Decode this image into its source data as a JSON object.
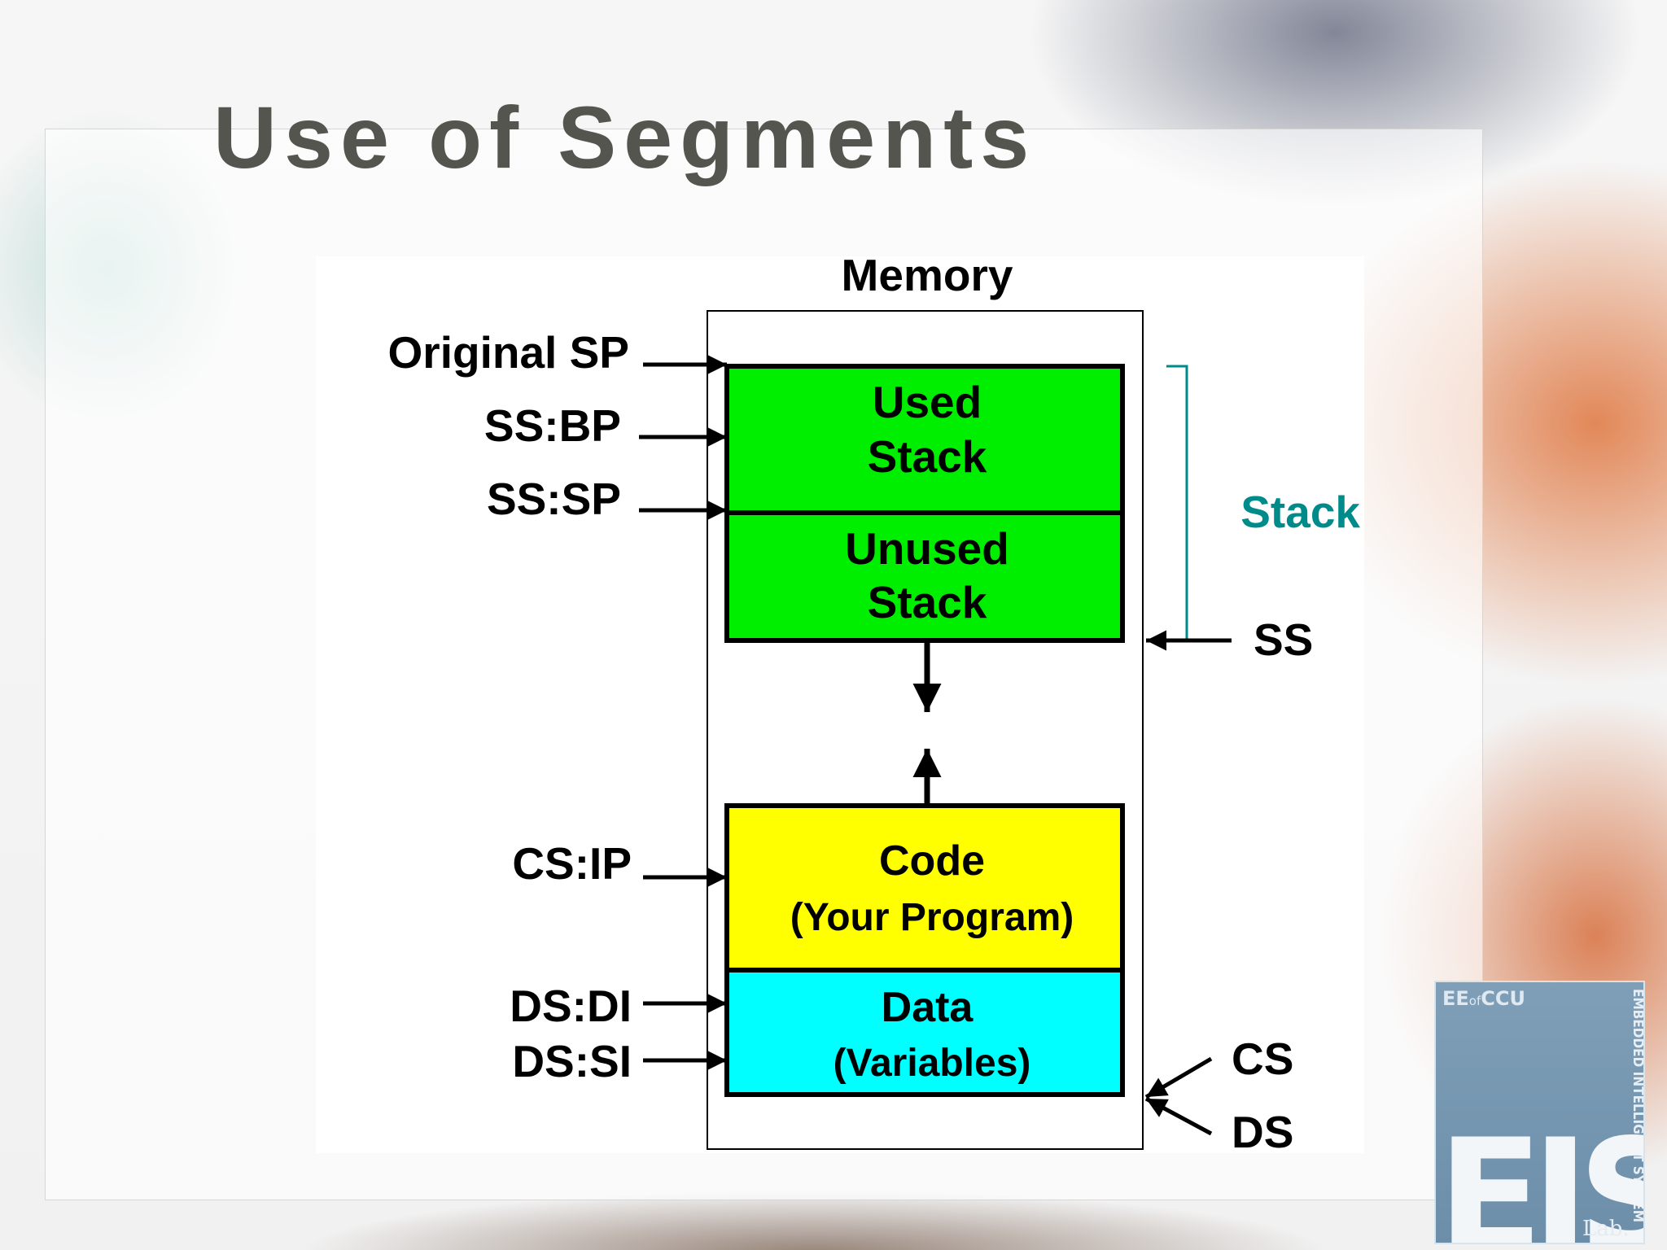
{
  "slide": {
    "title": "Use of Segments"
  },
  "diagram": {
    "memory_label": "Memory",
    "blocks": {
      "used_stack": [
        "Used",
        "Stack"
      ],
      "unused_stack": [
        "Unused",
        "Stack"
      ],
      "code": [
        "Code",
        "(Your Program)"
      ],
      "data": [
        "Data",
        "(Variables)"
      ]
    },
    "pointer_labels": {
      "original_sp": "Original SP",
      "ss_bp": "SS:BP",
      "ss_sp": "SS:SP",
      "cs_ip": "CS:IP",
      "ds_di": "DS:DI",
      "ds_si": "DS:SI"
    },
    "segment_labels": {
      "stack": "Stack",
      "ss": "SS",
      "cs": "CS",
      "ds": "DS"
    },
    "colors": {
      "stack_fill": "#00ee00",
      "code_fill": "#ffff00",
      "data_fill": "#00ffff",
      "stack_bracket": "#008b8b",
      "stroke": "#000000"
    }
  },
  "logo": {
    "top_text_a": "EE",
    "top_text_b": "of",
    "top_text_c": "CCU",
    "side_text": "EMBEDDED INTELLIGENT SYSTEM",
    "big_text": "EIS",
    "lab_text": "Lab."
  }
}
